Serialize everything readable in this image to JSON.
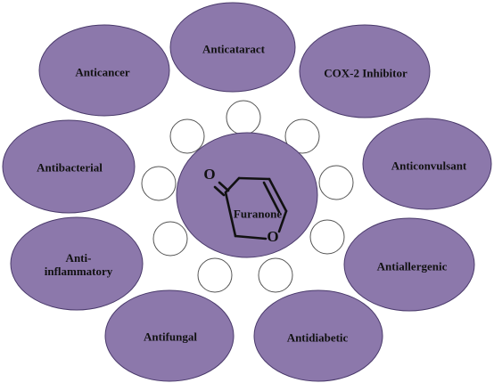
{
  "center": {
    "name": "Furanone",
    "atom_carbonyl_o": "O",
    "atom_ring_o": "O"
  },
  "activities": [
    {
      "id": "anticataract",
      "label": "Anticataract"
    },
    {
      "id": "cox2",
      "label": "COX-2 Inhibitor"
    },
    {
      "id": "anticonvulsant",
      "label": "Anticonvulsant"
    },
    {
      "id": "antiallergenic",
      "label": "Antiallergenic"
    },
    {
      "id": "antidiabetic",
      "label": "Antidiabetic"
    },
    {
      "id": "antifungal",
      "label": "Antifungal"
    },
    {
      "id": "antiinflammatory",
      "label_line1": "Anti-",
      "label_line2": "inflammatory"
    },
    {
      "id": "antibacterial",
      "label": "Antibacterial"
    },
    {
      "id": "anticancer",
      "label": "Anticancer"
    }
  ],
  "colors": {
    "ellipse_fill": "#8c78ab",
    "ellipse_stroke": "#4a3a6b",
    "connector_fill": "#ffffff",
    "connector_stroke": "#555555"
  }
}
